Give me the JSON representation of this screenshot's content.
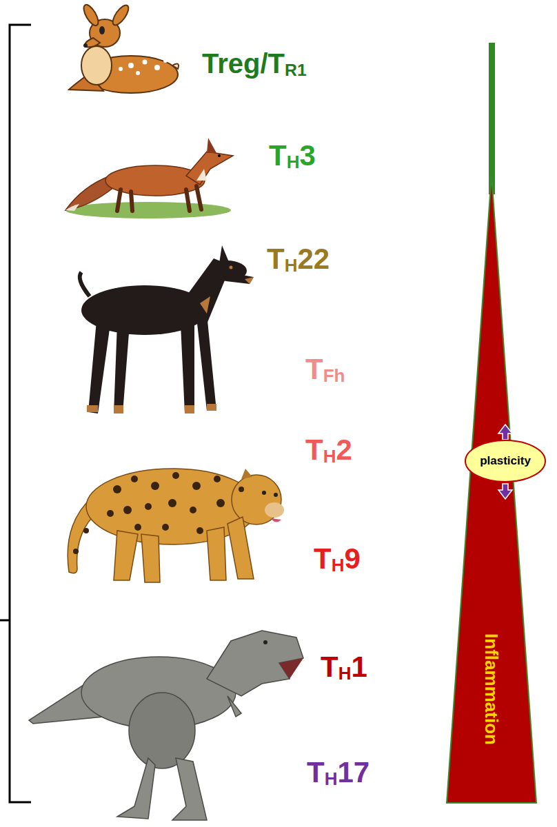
{
  "diagram": {
    "nodes": [
      {
        "text": [
          "Inflammation"
        ]
      },
      {
        "text": [
          "plasticity"
        ]
      }
    ],
    "labels": [
      "Treg/TR1",
      "TH3",
      "TH22",
      "TFh",
      "TH2",
      "TH9",
      "TH1",
      "TH17"
    ]
  }
}
